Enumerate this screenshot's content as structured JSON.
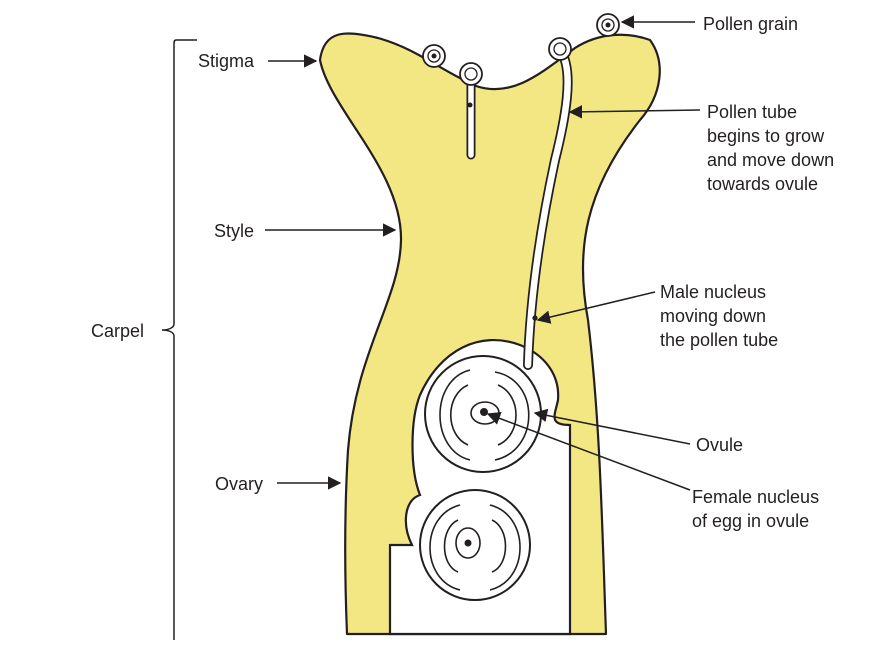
{
  "colors": {
    "carpel_fill": "#f2e782",
    "outline": "#231f20",
    "background": "#ffffff"
  },
  "labels": {
    "pollen_grain": "Pollen grain",
    "stigma": "Stigma",
    "pollen_tube": [
      "Pollen tube",
      "begins to grow",
      "and move down",
      "towards ovule"
    ],
    "style": "Style",
    "male_nucleus": [
      "Male nucleus",
      "moving down",
      "the pollen tube"
    ],
    "carpel": "Carpel",
    "ovule": "Ovule",
    "ovary": "Ovary",
    "female_nucleus": [
      "Female nucleus",
      "of egg in ovule"
    ]
  }
}
